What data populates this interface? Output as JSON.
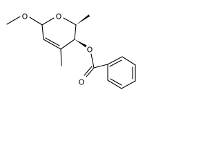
{
  "molecule": {
    "atoms": {
      "methoxy_oxygen": "O",
      "ring_oxygen": "O",
      "ester_oxygen": "O",
      "carbonyl_oxygen": "O"
    },
    "colors": {
      "bond": "#000000",
      "label": "#000000",
      "background": "#ffffff"
    }
  }
}
